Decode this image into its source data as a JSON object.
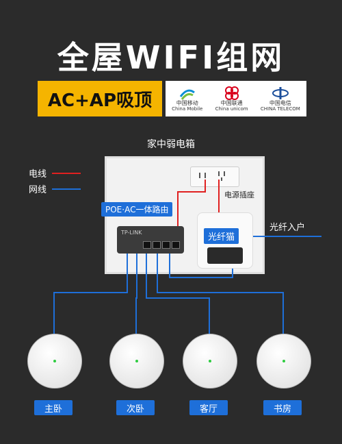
{
  "header": {
    "title": "全屋WIFI组网",
    "subtitle": "AC+AP吸顶"
  },
  "carriers": [
    {
      "name": "中国移动",
      "en": "China Mobile",
      "icon": "china-mobile-logo",
      "color": "#0a8fd6"
    },
    {
      "name": "中国联通",
      "en": "China unicom",
      "icon": "china-unicom-logo",
      "color": "#d9001b"
    },
    {
      "name": "中国电信",
      "en": "CHINA TELECOM",
      "icon": "china-telecom-logo",
      "color": "#1b4e9b"
    }
  ],
  "box": {
    "title": "家中弱电箱",
    "socket_label": "电源插座",
    "router_label": "POE·AC一体路由",
    "router_brand": "TP-LINK",
    "modem_label": "光纤猫",
    "fiber_label": "光纤入户"
  },
  "legend": {
    "power": "电线",
    "network": "网线",
    "power_color": "#e02020",
    "network_color": "#1e6fd9"
  },
  "rooms": [
    "主卧",
    "次卧",
    "客厅",
    "书房"
  ]
}
